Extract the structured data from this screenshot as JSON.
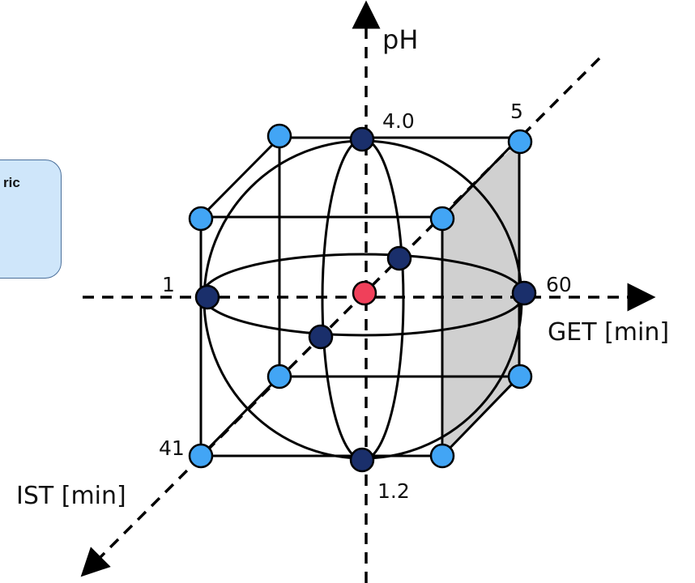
{
  "callout": {
    "text": "ric"
  },
  "axes": {
    "vertical": {
      "label": "pH",
      "high": "4.0",
      "low": "1.2"
    },
    "horizontal": {
      "label": "GET [min]",
      "low": "1",
      "high": "60"
    },
    "diagonal": {
      "label": "IST [min]",
      "near": "41",
      "far": "5"
    }
  },
  "colors": {
    "factorial_point": "#42a5f5",
    "axial_point": "#1a2f6b",
    "center_point": "#f0405a",
    "shaded_face": "#d0d0d0",
    "line": "#000000"
  }
}
